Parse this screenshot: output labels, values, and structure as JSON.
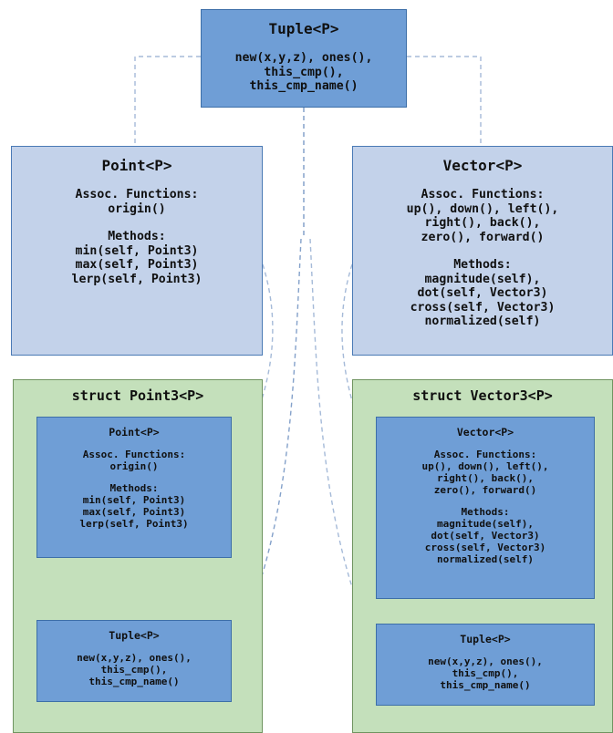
{
  "diagram": {
    "title": "Tuple / Point / Vector trait and struct relationship diagram",
    "colors": {
      "trait_blue": "#6f9ed6",
      "trait_light_blue": "#c3d2ea",
      "struct_green": "#c4e0bb",
      "connector": "#5b82b8",
      "text": "#101010"
    }
  },
  "tuple_trait_top": {
    "title": "Tuple<P>",
    "body": "new(x,y,z), ones(),\nthis_cmp(),\nthis_cmp_name()"
  },
  "point_trait": {
    "title": "Point<P>",
    "assoc_header": "Assoc. Functions:",
    "assoc_body": "origin()",
    "methods_header": "Methods:",
    "methods_body": "min(self, Point3)\nmax(self, Point3)\nlerp(self, Point3)"
  },
  "vector_trait": {
    "title": "Vector<P>",
    "assoc_header": "Assoc. Functions:",
    "assoc_body": "up(), down(), left(),\nright(), back(),\nzero(), forward()",
    "methods_header": "Methods:",
    "methods_body": "magnitude(self),\ndot(self, Vector3)\ncross(self, Vector3)\nnormalized(self)"
  },
  "point3_struct": {
    "title": "struct Point3<P>",
    "impl_point": {
      "title": "Point<P>",
      "assoc_header": "Assoc. Functions:",
      "assoc_body": "origin()",
      "methods_header": "Methods:",
      "methods_body": "min(self, Point3)\nmax(self, Point3)\nlerp(self, Point3)"
    },
    "impl_tuple": {
      "title": "Tuple<P>",
      "body": "new(x,y,z), ones(),\nthis_cmp(),\nthis_cmp_name()"
    }
  },
  "vector3_struct": {
    "title": "struct Vector3<P>",
    "impl_vector": {
      "title": "Vector<P>",
      "assoc_header": "Assoc. Functions:",
      "assoc_body": "up(), down(), left(),\nright(), back(),\nzero(), forward()",
      "methods_header": "Methods:",
      "methods_body": "magnitude(self),\ndot(self, Vector3)\ncross(self, Vector3)\nnormalized(self)"
    },
    "impl_tuple": {
      "title": "Tuple<P>",
      "body": "new(x,y,z), ones(),\nthis_cmp(),\nthis_cmp_name()"
    }
  }
}
